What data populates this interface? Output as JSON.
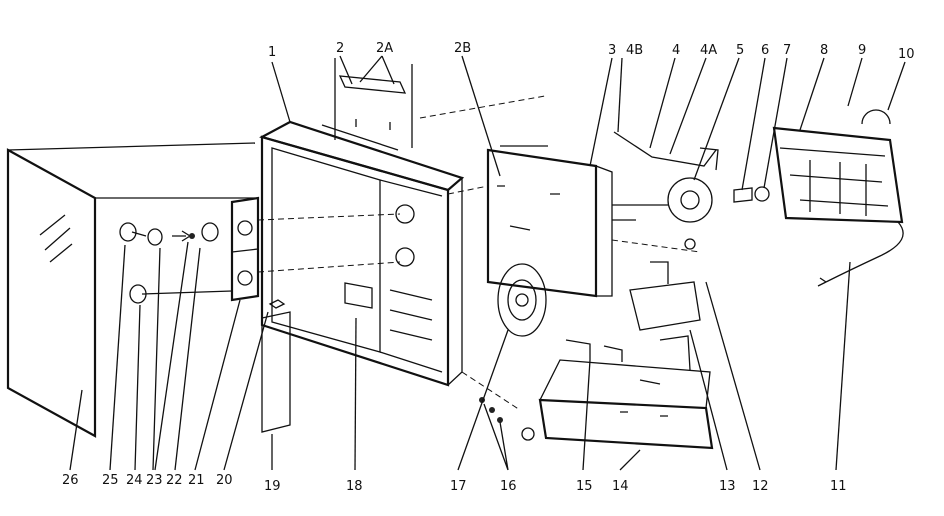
{
  "diagram": {
    "labels": [
      "1",
      "2",
      "2A",
      "2B",
      "3",
      "4B",
      "4",
      "4A",
      "5",
      "6",
      "7",
      "8",
      "9",
      "10",
      "11",
      "12",
      "13",
      "14",
      "15",
      "16",
      "17",
      "18",
      "19",
      "20",
      "21",
      "22",
      "23",
      "24",
      "25",
      "26"
    ]
  }
}
